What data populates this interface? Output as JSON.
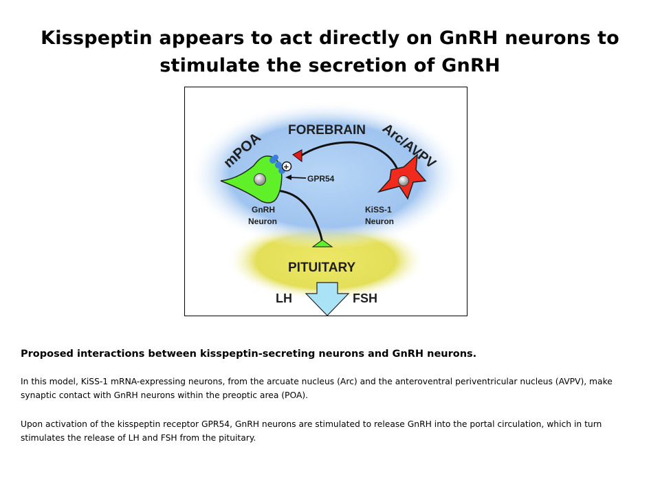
{
  "slide": {
    "title_line1": "Kisspeptin appears to act directly on GnRH neurons to",
    "title_line2": "stimulate the secretion of GnRH"
  },
  "diagram": {
    "forebrain": "FOREBRAIN",
    "mpoa": "mPOA",
    "arc_avpv": "Arc/AVPV",
    "plus": "+",
    "receptor": "GPR54",
    "gnrh_line1": "GnRH",
    "gnrh_line2": "Neuron",
    "kiss_line1": "KiSS-1",
    "kiss_line2": "Neuron",
    "pituitary": "PITUITARY",
    "lh": "LH",
    "fsh": "FSH",
    "colors": {
      "forebrain_region": "#9fc4ef",
      "pituitary_region": "#e6e25a",
      "gnrh_neuron": "#5ff02a",
      "kiss_neuron": "#f02a1c",
      "receptor": "#3a7fd8",
      "arrow": "#a9e3f5"
    }
  },
  "caption": {
    "heading": "Proposed interactions between kisspeptin-secreting neurons and GnRH neurons.",
    "para1": "In this model, KiSS-1 mRNA-expressing neurons, from the arcuate nucleus (Arc) and the anteroventral periventricular nucleus (AVPV), make synaptic contact with GnRH neurons within the preoptic area (POA).",
    "para2": "Upon activation of the kisspeptin receptor GPR54, GnRH neurons are stimulated to release GnRH into the portal circulation, which in turn stimulates the release of LH and FSH from the pituitary."
  }
}
